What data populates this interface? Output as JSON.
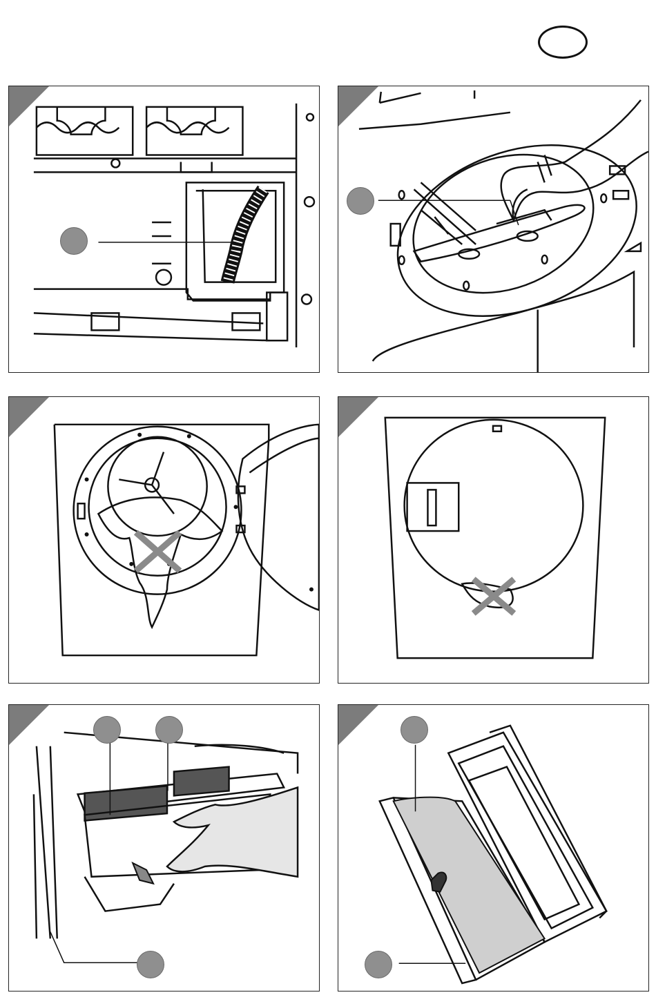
{
  "page": {
    "language_badge": "",
    "panels": [
      {
        "id": "p1",
        "icon": "tray-hose-illustration",
        "callouts": 1
      },
      {
        "id": "p2",
        "icon": "door-seal-hand-illustration",
        "callouts": 1
      },
      {
        "id": "p3",
        "icon": "open-drum-laundry-illustration",
        "callouts": 0,
        "warning": "x-mark-icon"
      },
      {
        "id": "p4",
        "icon": "closed-door-laundry-illustration",
        "callouts": 0,
        "warning": "x-mark-icon"
      },
      {
        "id": "p5",
        "icon": "filter-removal-hand-illustration",
        "callouts": 3
      },
      {
        "id": "p6",
        "icon": "fluff-filter-open-illustration",
        "callouts": 2
      }
    ]
  },
  "colors": {
    "corner": "#7c7c7c",
    "callout": "#8f8f8f",
    "warning_x": "#8a8a8a",
    "line": "#111111"
  }
}
